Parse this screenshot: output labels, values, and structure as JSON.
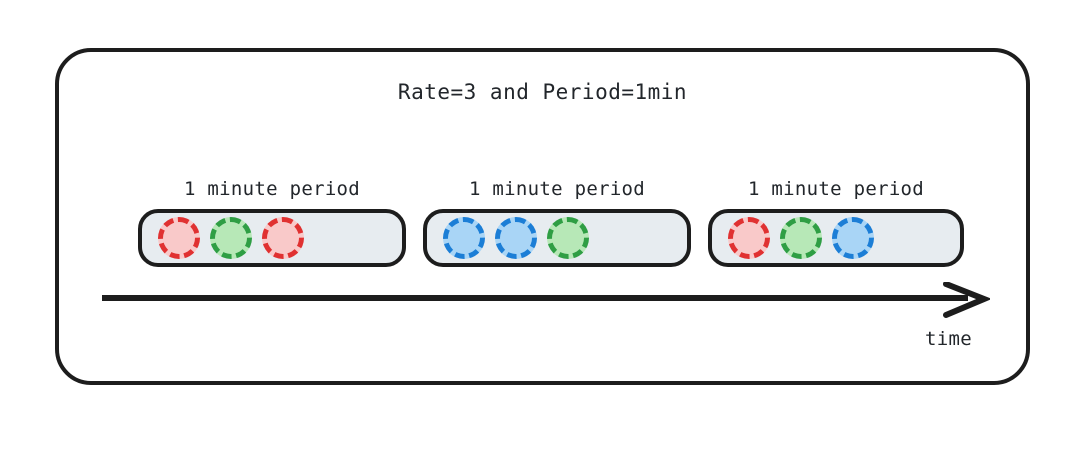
{
  "diagram": {
    "title": "Rate=3 and Period=1min",
    "axis_label": "time",
    "colors": {
      "frame_stroke": "#1d1d1d",
      "box_fill": "#e7ecf0",
      "red_stroke": "#e03131",
      "red_fill": "#f9c9c9",
      "green_stroke": "#2f9e44",
      "green_fill": "#b7e8b7",
      "blue_stroke": "#1c7ed6",
      "blue_fill": "#a9d5f6",
      "text": "#22262b",
      "background": "#ffffff"
    },
    "groups": [
      {
        "label": "1 minute period",
        "tokens": [
          "red",
          "green",
          "red"
        ]
      },
      {
        "label": "1 minute period",
        "tokens": [
          "blue",
          "blue",
          "green"
        ]
      },
      {
        "label": "1 minute period",
        "tokens": [
          "red",
          "green",
          "blue"
        ]
      }
    ]
  }
}
